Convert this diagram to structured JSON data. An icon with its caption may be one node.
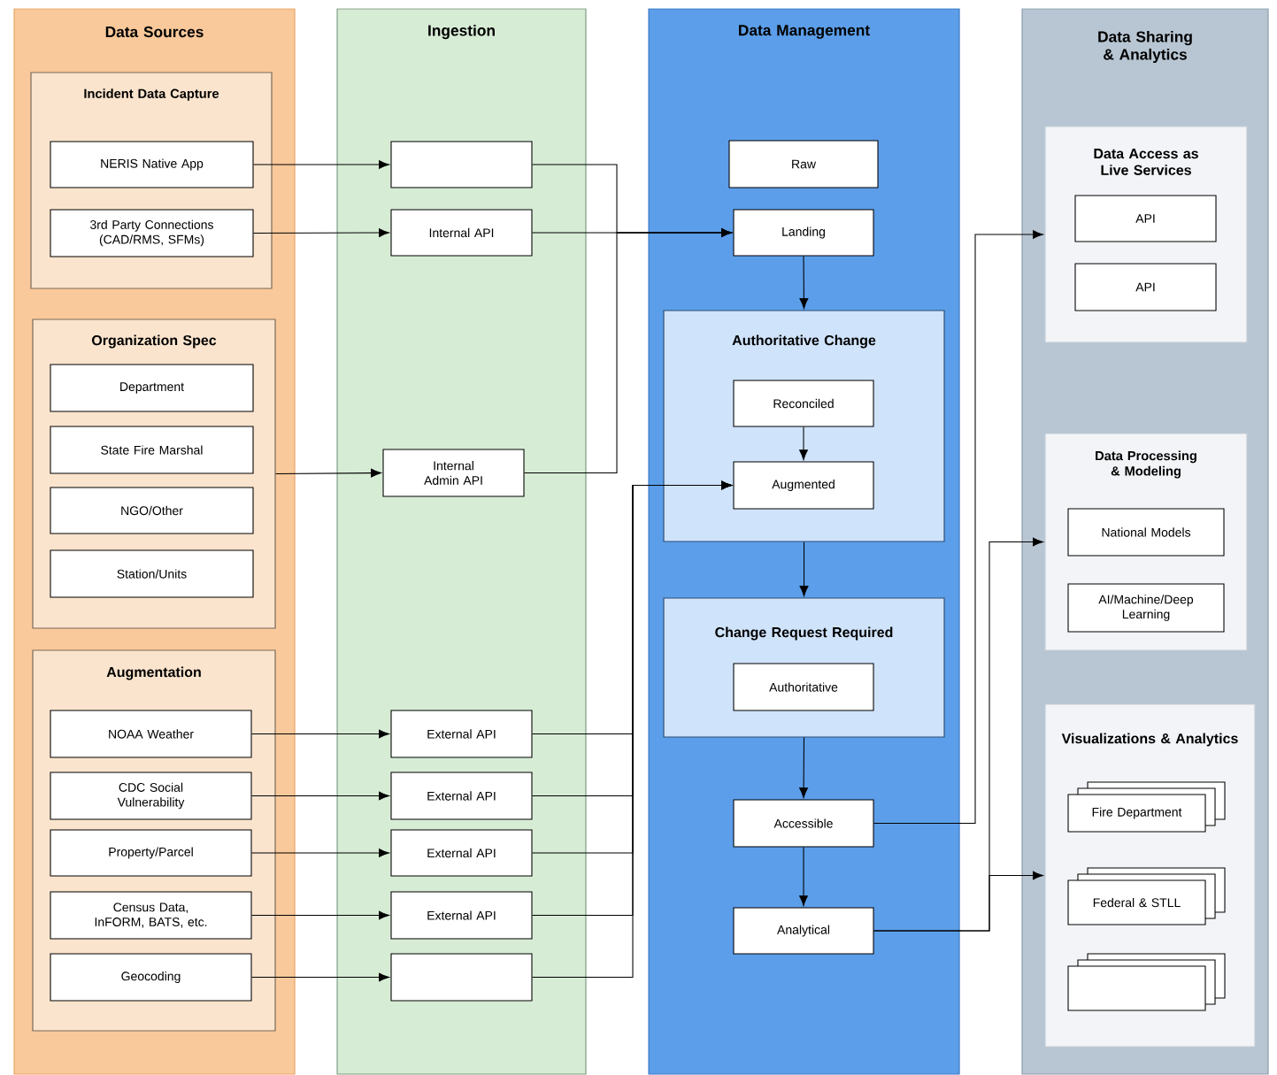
{
  "diagram": {
    "nodes": [
      {
        "text": [
          "Data Sources"
        ]
      },
      {
        "text": [
          "Incident Data Capture"
        ],
        "in": 0
      },
      {
        "text": [
          "NERIS Native App"
        ],
        "in": 1
      },
      {
        "text": [
          "3rd Party Connections (CAD/RMS, SFMs)"
        ],
        "in": 1
      },
      {
        "text": [
          "Organization Spec"
        ],
        "in": 0
      },
      {
        "text": [
          "Department"
        ],
        "in": 4
      },
      {
        "text": [
          "State Fire Marshal"
        ],
        "in": 4
      },
      {
        "text": [
          "NGO/Other"
        ],
        "in": 4
      },
      {
        "text": [
          "Station/Units"
        ],
        "in": 4
      },
      {
        "text": [
          "Augmentation"
        ],
        "in": 0
      },
      {
        "text": [
          "NOAA Weather"
        ],
        "in": 9
      },
      {
        "text": [
          "CDC Social Vulnerability"
        ],
        "in": 9
      },
      {
        "text": [
          "Property/Parcel"
        ],
        "in": 9
      },
      {
        "text": [
          "Census Data, InFORM, BATS, etc."
        ],
        "in": 9
      },
      {
        "text": [
          "Geocoding"
        ],
        "in": 9
      },
      {
        "text": [
          "Ingestion"
        ]
      },
      {
        "text": [],
        "shape": "box",
        "in": 15
      },
      {
        "text": [
          "Internal API"
        ],
        "in": 15
      },
      {
        "text": [
          "Internal Admin API"
        ],
        "in": 15
      },
      {
        "text": [
          "External API"
        ],
        "in": 15
      },
      {
        "text": [
          "External API"
        ],
        "in": 15
      },
      {
        "text": [
          "External API"
        ],
        "in": 15
      },
      {
        "text": [
          "External API"
        ],
        "in": 15
      },
      {
        "text": [],
        "shape": "box",
        "in": 15
      },
      {
        "text": [
          "Data Management"
        ]
      },
      {
        "text": [
          "Raw"
        ],
        "in": 24
      },
      {
        "text": [
          "Landing"
        ],
        "in": 24
      },
      {
        "text": [
          "Authoritative Change"
        ],
        "in": 24
      },
      {
        "text": [
          "Reconciled"
        ],
        "in": 27
      },
      {
        "text": [
          "Augmented"
        ],
        "in": 27
      },
      {
        "text": [
          "Change Request Required"
        ],
        "in": 24
      },
      {
        "text": [
          "Authoritative"
        ],
        "in": 30
      },
      {
        "text": [
          "Accessible"
        ],
        "in": 24
      },
      {
        "text": [
          "Analytical"
        ],
        "in": 24
      },
      {
        "text": [
          "Data Sharing & Analytics"
        ]
      },
      {
        "text": [
          "Data Access as Live Services"
        ],
        "in": 34
      },
      {
        "text": [
          "API"
        ],
        "in": 35
      },
      {
        "text": [
          "API"
        ],
        "in": 35
      },
      {
        "text": [
          "Data Processing & Modeling"
        ],
        "in": 34
      },
      {
        "text": [
          "National Models"
        ],
        "in": 38
      },
      {
        "text": [
          "AI/Machine/Deep Learning"
        ],
        "in": 38
      },
      {
        "text": [
          "Visualizations & Analytics"
        ],
        "in": 34
      },
      {
        "text": [
          "Fire Department"
        ],
        "in": 41
      },
      {
        "text": [
          "Federal & STLL"
        ],
        "in": 41
      },
      {
        "text": [],
        "shape": "box",
        "in": 41
      }
    ],
    "edges": [
      {
        "from": 2,
        "to": 16,
        "arrow": "to"
      },
      {
        "from": 3,
        "to": 17,
        "arrow": "to"
      },
      {
        "from": 4,
        "to": 18,
        "arrow": "to"
      },
      {
        "from": 10,
        "to": 19,
        "arrow": "to"
      },
      {
        "from": 11,
        "to": 20,
        "arrow": "to"
      },
      {
        "from": 12,
        "to": 21,
        "arrow": "to"
      },
      {
        "from": 13,
        "to": 22,
        "arrow": "to"
      },
      {
        "from": 14,
        "to": 23,
        "arrow": "to"
      },
      {
        "from": 16,
        "to": 26,
        "arrow": "to"
      },
      {
        "from": 17,
        "to": 26,
        "arrow": "to"
      },
      {
        "from": 18,
        "to": 26,
        "arrow": "to"
      },
      {
        "from": 19,
        "to": 29,
        "arrow": "to"
      },
      {
        "from": 20,
        "to": 29,
        "arrow": "to"
      },
      {
        "from": 21,
        "to": 29,
        "arrow": "to"
      },
      {
        "from": 22,
        "to": 29,
        "arrow": "to"
      },
      {
        "from": 23,
        "to": 29,
        "arrow": "to"
      },
      {
        "from": 26,
        "to": 27,
        "arrow": "to"
      },
      {
        "from": 28,
        "to": 29,
        "arrow": "to"
      },
      {
        "from": 27,
        "to": 30,
        "arrow": "to"
      },
      {
        "from": 30,
        "to": 32,
        "arrow": "to"
      },
      {
        "from": 32,
        "to": 33,
        "arrow": "to"
      },
      {
        "from": 32,
        "to": 35,
        "arrow": "to"
      },
      {
        "from": 33,
        "to": 38,
        "arrow": "to"
      },
      {
        "from": 33,
        "to": 41,
        "arrow": "to"
      }
    ]
  }
}
